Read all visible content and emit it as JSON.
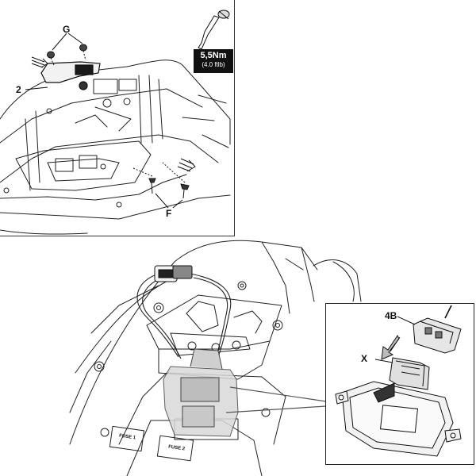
{
  "top_panel": {
    "callouts": {
      "g": "G",
      "part2": "2",
      "f": "F"
    },
    "torque": {
      "value": "5,5Nm",
      "imperial": "(4.0 ftlb)"
    }
  },
  "bottom_panel": {
    "inset": {
      "connector_label": "4B",
      "module_label": "X"
    },
    "fuse_labels": {
      "fuse1": "FUSE 1",
      "fuse2": "FUSE 2"
    }
  },
  "colors": {
    "line": "#222222",
    "highlight_fill": "#d9d9d9",
    "label_bg": "#111111"
  }
}
